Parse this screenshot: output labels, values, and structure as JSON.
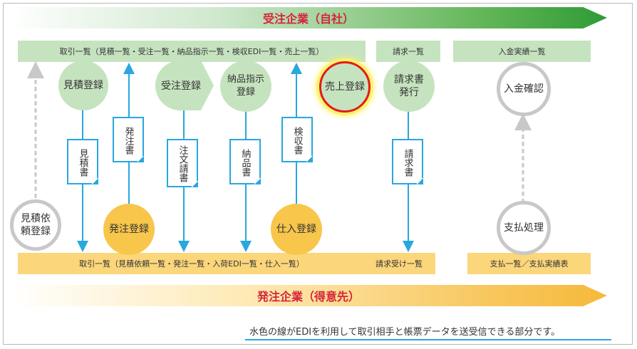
{
  "bands": {
    "top": "受注企業（自社）",
    "bottom": "発注企業（得意先）"
  },
  "lists": {
    "top_main": "取引一覧（見積一覧・受注一覧・納品指示一覧・検収EDI一覧・売上一覧）",
    "top_invoice": "請求一覧",
    "top_payment": "入金実績一覧",
    "bottom_main": "取引一覧（見積依頼一覧・発注一覧・入荷EDI一覧・仕入一覧）",
    "bottom_invoice": "請求受け一覧",
    "bottom_payment": "支払一覧／支払実績表"
  },
  "nodes": {
    "estimate_request": "見積依頼登録",
    "estimate_register": "見積登録",
    "order_entry": "発注登録",
    "order_received": "受注登録",
    "delivery": "納品指示登録",
    "purchase": "仕入登録",
    "sales": "売上登録",
    "invoice_issue": "請求書発行",
    "deposit_confirm": "入金確認",
    "payment": "支払処理"
  },
  "documents": {
    "estimate": "見積書",
    "purchase_order": "発注書",
    "order_confirmation": "注文請書",
    "delivery_note": "納品書",
    "receipt": "検収書",
    "invoice": "請求書"
  },
  "note": "水色の線がEDIを利用して取引相手と帳票データを送受信できる部分です。",
  "colors": {
    "edi_line": "#29a7de",
    "highlight_ring": "#e21c1c",
    "band_title": "#d6243a"
  }
}
